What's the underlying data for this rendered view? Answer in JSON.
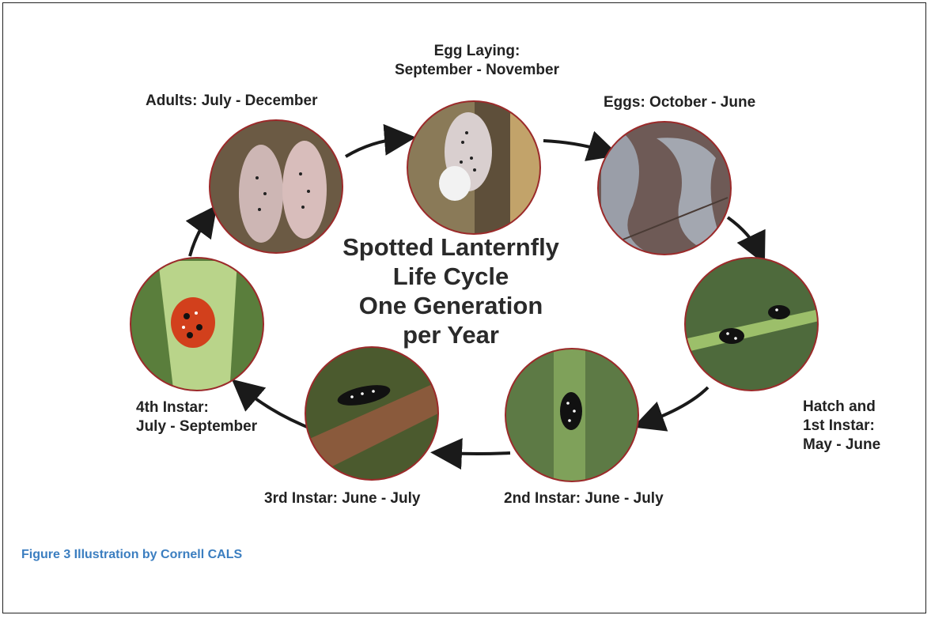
{
  "title": "Spotted Lanternfly\nLife Cycle\nOne Generation\nper Year",
  "stages": [
    {
      "label": "Egg Laying:\nSeptember - November",
      "icon": "egg-laying-photo"
    },
    {
      "label": "Eggs: October - June",
      "icon": "egg-mass-photo"
    },
    {
      "label": "Hatch and\n1st Instar:\nMay - June",
      "icon": "first-instar-photo"
    },
    {
      "label": "2nd Instar: June - July",
      "icon": "second-instar-photo"
    },
    {
      "label": "3rd Instar: June - July",
      "icon": "third-instar-photo"
    },
    {
      "label": "4th Instar:\nJuly - September",
      "icon": "fourth-instar-photo"
    },
    {
      "label": "Adults: July - December",
      "icon": "adult-photo"
    }
  ],
  "caption": "Figure 3 Illustration by Cornell CALS",
  "colors": {
    "caption": "#3b7ec0",
    "circle_border": "#9b2a2a",
    "arrow": "#1a1a1a"
  }
}
